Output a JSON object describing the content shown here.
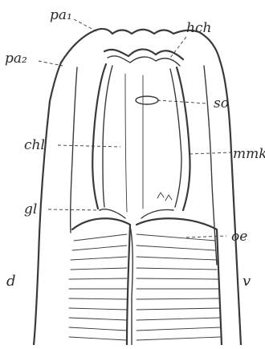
{
  "labels": {
    "pa1": "pa₁",
    "pa2": "pa₂",
    "hch": "hch",
    "so": "so",
    "chl": "chl",
    "mmk": "mmk",
    "gl": "gl",
    "oe": "oe",
    "d": "d",
    "v": "v"
  }
}
